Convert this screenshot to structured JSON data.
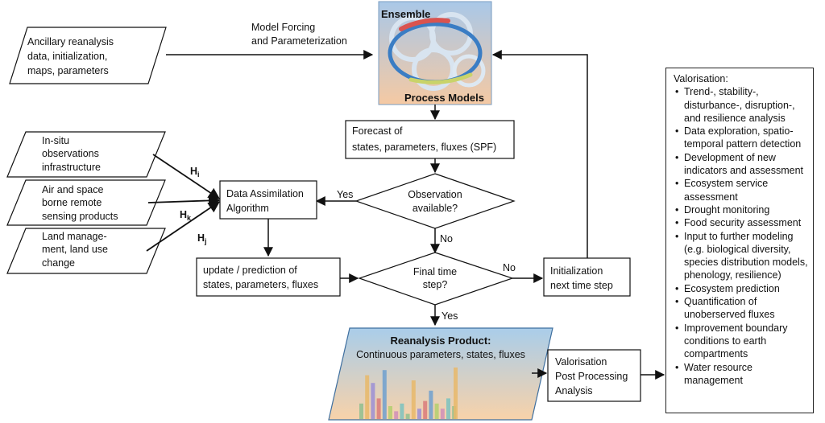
{
  "ancillary": [
    "Ancillary reanalysis",
    "data, initialization,",
    "maps, parameters"
  ],
  "forcing_label": [
    "Model Forcing",
    "and Parameterization"
  ],
  "ensemble_title": "Ensemble",
  "process_models_title": "Process Models",
  "forecast_box": [
    "Forecast of",
    "states, parameters, fluxes (SPF)"
  ],
  "observation_decision": [
    "Observation",
    "available?"
  ],
  "data_assimilation": [
    "Data Assimilation",
    "Algorithm"
  ],
  "yes_label": "Yes",
  "no_label": "No",
  "insitu": [
    "In-situ",
    "observations",
    "infrastructure"
  ],
  "remote": [
    "Air and space",
    "borne remote",
    "sensing products"
  ],
  "landuse": [
    "Land manage-",
    "ment, land use",
    "change"
  ],
  "operators": {
    "h_i_main": "H",
    "h_i_sub": "i",
    "h_k_main": "H",
    "h_k_sub": "k",
    "h_j_main": "H",
    "h_j_sub": "j"
  },
  "update_box": [
    "update / prediction of",
    "states, parameters, fluxes"
  ],
  "final_decision": [
    "Final time",
    "step?"
  ],
  "init_box": [
    "Initialization",
    "next time step"
  ],
  "reanalysis_title": "Reanalysis Product:",
  "reanalysis_sub": "Continuous parameters, states, fluxes",
  "valorisation_box": [
    "Valorisation",
    "Post Processing",
    "Analysis"
  ],
  "valorisation_list": {
    "title": "Valorisation:",
    "items": [
      "Trend-, stability-, disturbance-, disruption-, and resilience analysis",
      "Data exploration, spatio-temporal pattern detection",
      "Development of new indicators and assessment",
      "Ecosystem service assessment",
      "Drought monitoring",
      "Food security assessment",
      "Input to further modeling (e.g. biological diversity, species distribution models, phenology, resilience)",
      "Ecosystem prediction",
      "Quantification of unoberserved fluxes",
      "Improvement boundary conditions to earth compartments",
      "Water resource management"
    ]
  },
  "colors": {
    "line": "#111111",
    "ensemble_top": "#a9c8e8",
    "ensemble_bottom": "#f5c9a3",
    "reanalysis_top": "#a9cdea",
    "reanalysis_bottom": "#f8d2a9",
    "para_stroke": "#3f6f9f"
  },
  "bar_chart_icon": {
    "values": [
      0.3,
      0.85,
      0.7,
      0.4,
      0.95,
      0.25,
      0.15,
      0.3,
      0.1,
      0.75,
      0.2,
      0.35,
      0.55,
      0.3,
      0.2,
      0.4,
      0.25,
      1.0
    ]
  }
}
